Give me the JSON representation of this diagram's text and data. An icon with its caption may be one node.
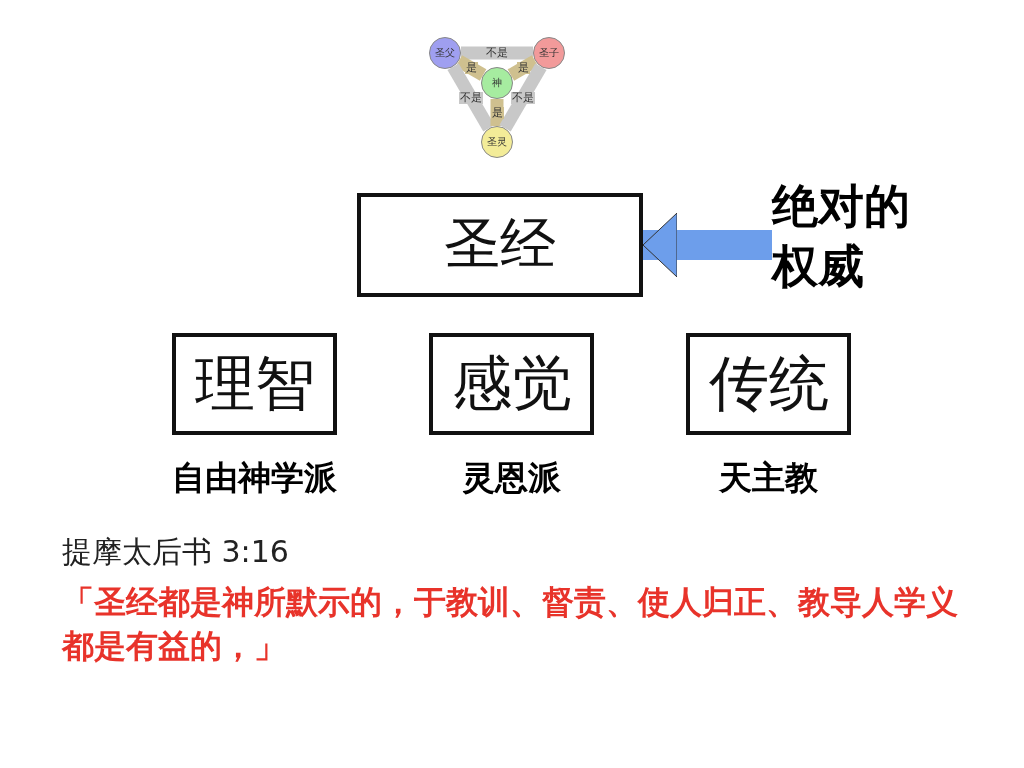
{
  "diagram": {
    "nodes": [
      {
        "text": [
          "圣父"
        ]
      },
      {
        "text": [
          "圣子"
        ]
      },
      {
        "text": [
          "神"
        ]
      },
      {
        "text": [
          "圣灵"
        ]
      },
      {
        "text": [
          "圣经"
        ]
      },
      {
        "text": [
          "理智"
        ],
        "beside": [
          "自由神学派"
        ]
      },
      {
        "text": [
          "感觉"
        ],
        "beside": [
          "灵恩派"
        ]
      },
      {
        "text": [
          "传统"
        ],
        "beside": [
          "天主教"
        ]
      },
      {
        "text": [
          "绝对的权威"
        ]
      }
    ],
    "edges": [
      {
        "from": 0,
        "to": 1,
        "arrow": "none",
        "label": "不是"
      },
      {
        "from": 0,
        "to": 2,
        "arrow": "none",
        "label": "是",
        "color": "#cfc08f"
      },
      {
        "from": 1,
        "to": 2,
        "arrow": "none",
        "label": "是",
        "color": "#cfc08f"
      },
      {
        "from": 0,
        "to": 3,
        "arrow": "none",
        "label": "不是"
      },
      {
        "from": 2,
        "to": 3,
        "arrow": "none",
        "label": "是",
        "color": "#cfc08f"
      },
      {
        "from": 1,
        "to": 3,
        "arrow": "none",
        "label": "不是"
      },
      {
        "from": 8,
        "to": 4,
        "arrow": "to",
        "style": "thick",
        "color": "#6d9eeb"
      }
    ],
    "labels": [
      "提摩太后书 3:16",
      "「圣经都是神所默示的，于教训、督责、使人归正、教导人学义都是有益的，」"
    ]
  }
}
